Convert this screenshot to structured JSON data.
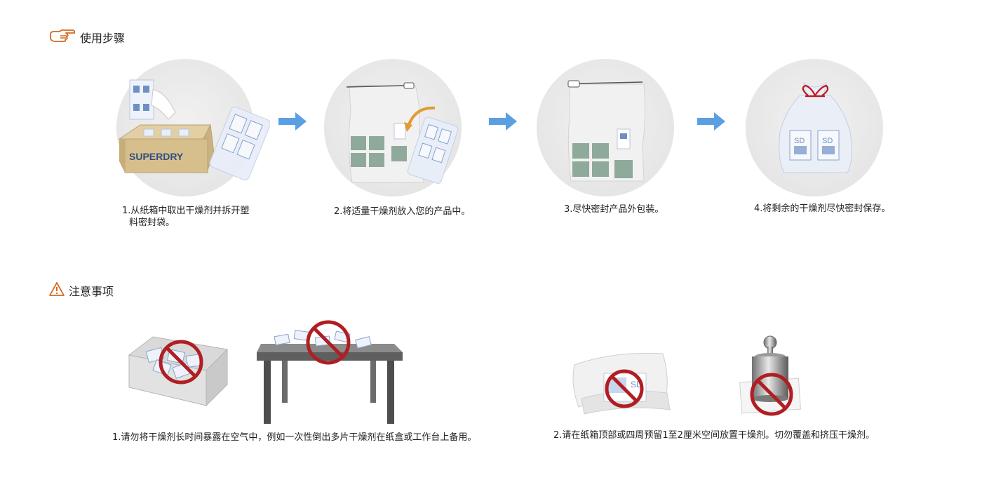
{
  "usage": {
    "title": "使用步骤",
    "title_icon": "pointing-hand-icon",
    "steps": [
      {
        "caption_line1": "1.从纸箱中取出干燥剂并拆开塑",
        "caption_line2": "料密封袋。",
        "box_label": "SUPERDRY"
      },
      {
        "caption": "2.将适量干燥剂放入您的产品中。"
      },
      {
        "caption": "3.尽快密封产品外包装。"
      },
      {
        "caption": "4.将剩余的干燥剂尽快密封保存。",
        "pack_label": "SD"
      }
    ]
  },
  "notes": {
    "title": "注意事项",
    "title_icon": "warning-triangle-icon",
    "items": [
      {
        "caption": "1.请勿将干燥剂长时间暴露在空气中，例如一次性倒出多片干燥剂在纸盒或工作台上备用。"
      },
      {
        "caption": "2.请在纸箱顶部或四周预留1至2厘米空间放置干燥剂。切勿覆盖和挤压干燥剂。",
        "pack_label": "SD"
      }
    ]
  },
  "colors": {
    "accent_orange": "#d2691e",
    "arrow_blue": "#5b9fe3",
    "prohibit_red": "#b01e23",
    "product_green": "#8fa99a"
  }
}
